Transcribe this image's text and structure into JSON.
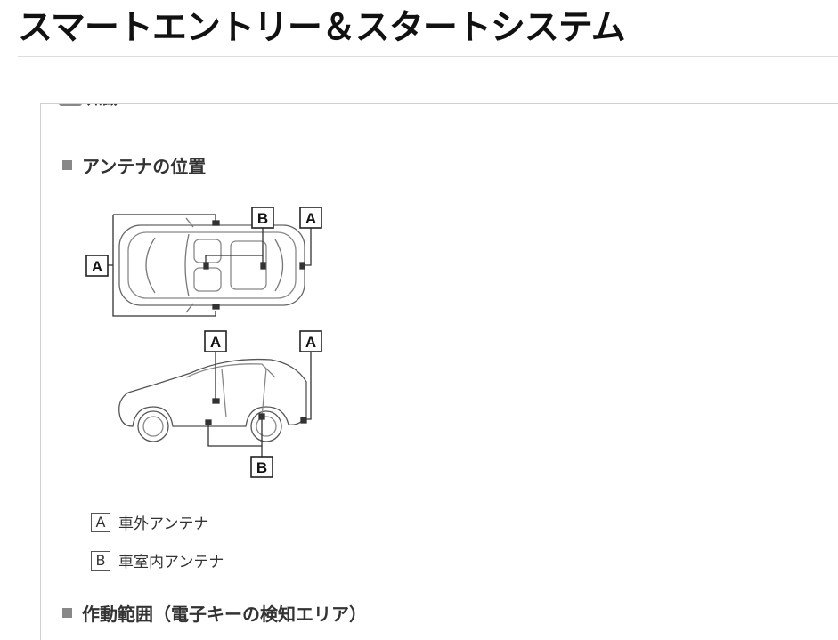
{
  "page_title": "スマートエントリー＆スタートシステム",
  "knowledge_label": "知識",
  "section1_heading": "アンテナの位置",
  "diagram_labels": {
    "a": "A",
    "b": "B"
  },
  "legend": [
    {
      "key": "A",
      "label": "車外アンテナ"
    },
    {
      "key": "B",
      "label": "車室内アンテナ"
    }
  ],
  "section2_heading": "作動範囲（電子キーの検知エリア）"
}
